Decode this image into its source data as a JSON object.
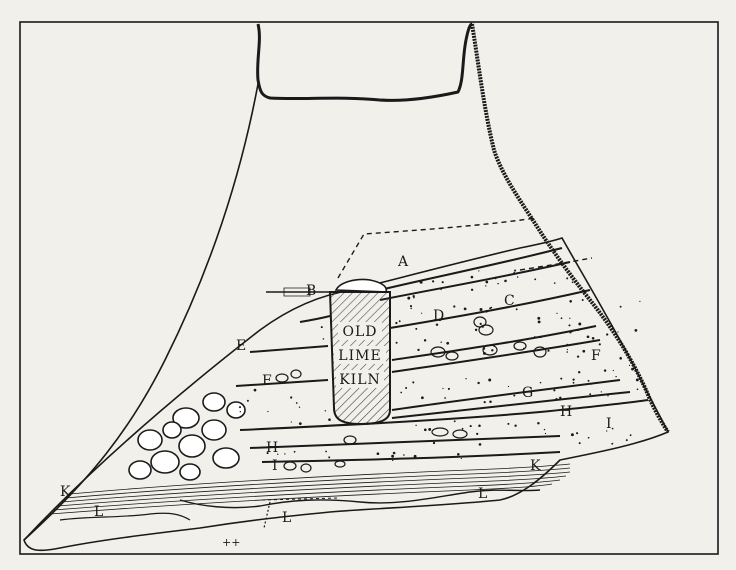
{
  "colors": {
    "paper": "#f2f0ea",
    "ink": "#1a1a1a",
    "hatch": "#4a4a4a"
  },
  "kiln": {
    "line1": "OLD",
    "line2": "LIME",
    "line3": "KILN"
  },
  "labels": {
    "A": "A",
    "B": "B",
    "C1": "C",
    "C2": "C",
    "D": "D",
    "E": "E",
    "F1": "F",
    "F2": "F",
    "G": "G",
    "H1": "H",
    "H2": "H",
    "I1": "I",
    "I2": "I",
    "K1": "K",
    "K2": "K",
    "L1": "L",
    "L2": "L",
    "L3": "L",
    "plus": "++"
  }
}
